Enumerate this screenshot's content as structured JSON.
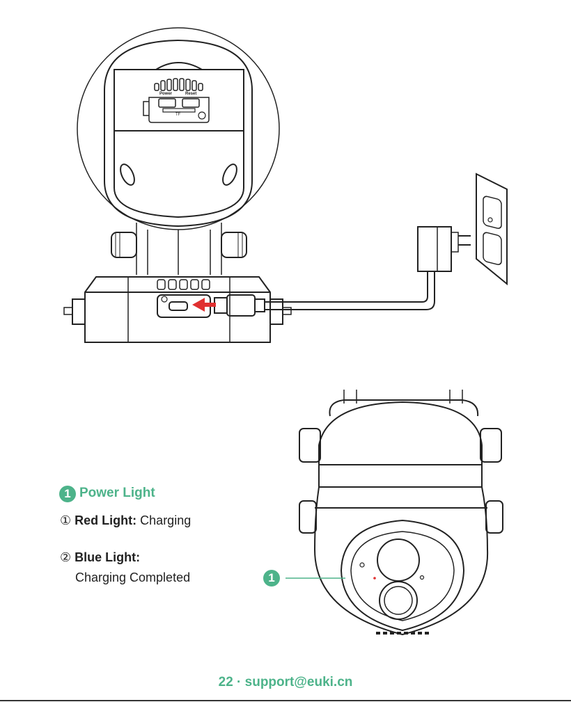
{
  "power_light_section": {
    "badge": "1",
    "title": "Power Light",
    "red": {
      "num": "①",
      "label": "Red Light",
      "sep": ":",
      "desc": "Charging"
    },
    "blue": {
      "num": "②",
      "label": "Blue Light",
      "sep": ":",
      "desc": "Charging Completed"
    }
  },
  "callout": {
    "badge": "1"
  },
  "camera_labels": {
    "power": "Power",
    "reset": "Reset",
    "tf": "TF"
  },
  "footer": {
    "page": "22",
    "sep": "·",
    "email": "support@euki.cn"
  },
  "colors": {
    "accent": "#4db38a",
    "arrow": "#e03030",
    "line": "#222222"
  }
}
